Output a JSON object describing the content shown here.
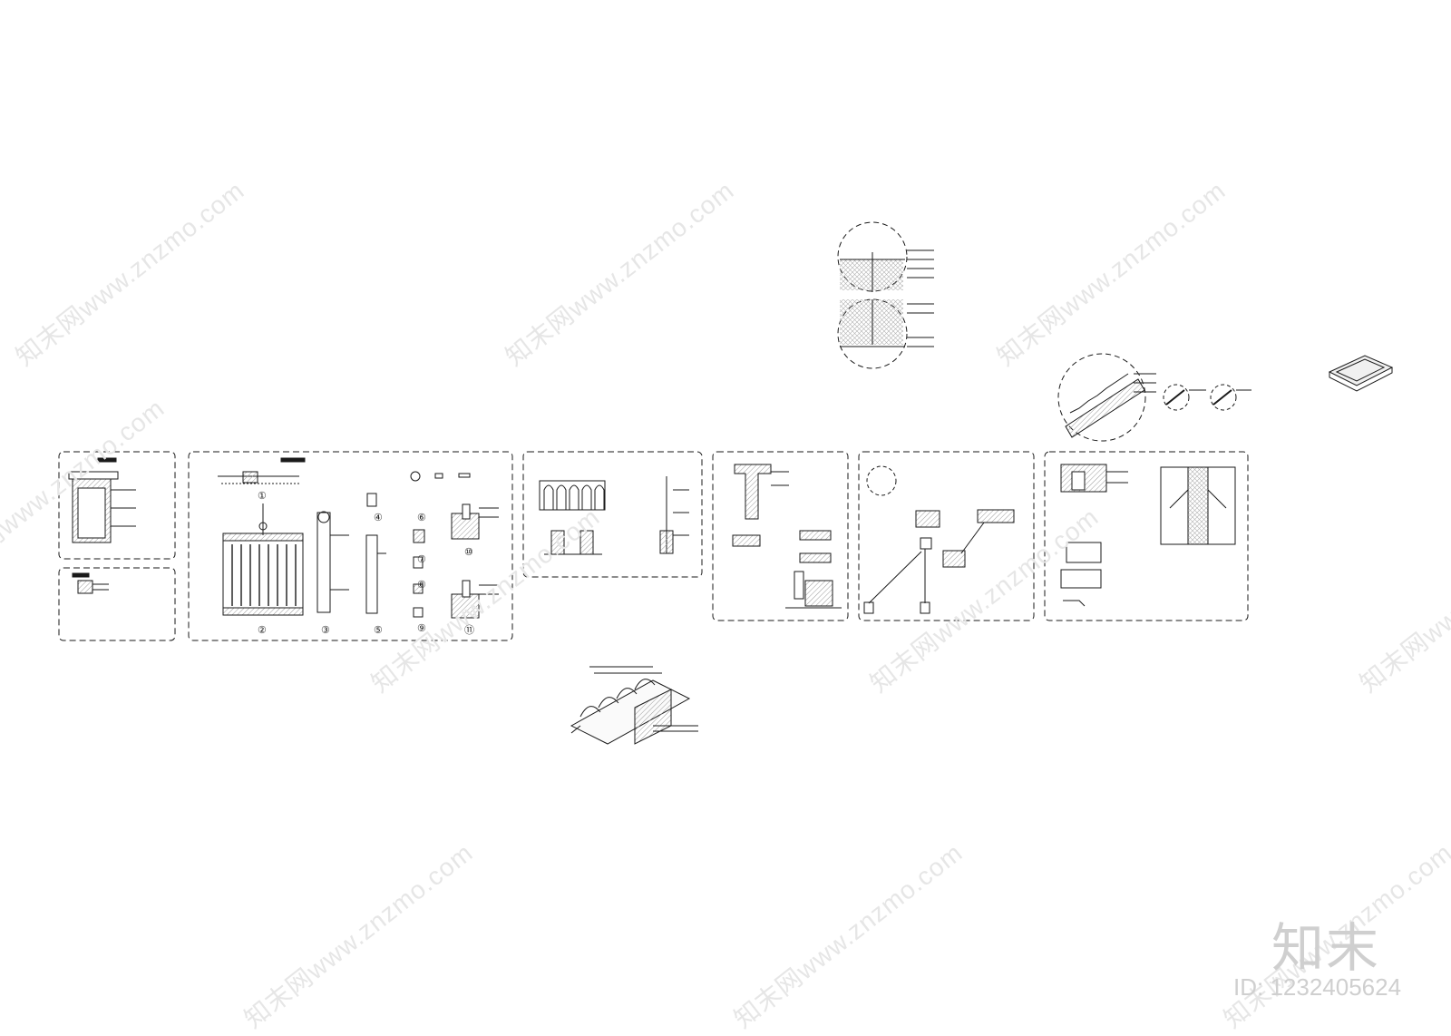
{
  "watermark": {
    "text": "知末网www.znzmo.com"
  },
  "brand": {
    "logo_text": "知末",
    "id_label": "ID: 1232405624"
  },
  "colors": {
    "line": "#1a1a1a",
    "hatch": "#9a9a9a",
    "watermark": "#e6e6e6",
    "brand": "#cfcfcf"
  },
  "detail_numbers": [
    "①",
    "②",
    "③",
    "④",
    "⑤",
    "⑥",
    "⑦",
    "⑧",
    "⑨",
    "⑩",
    "⑪"
  ]
}
